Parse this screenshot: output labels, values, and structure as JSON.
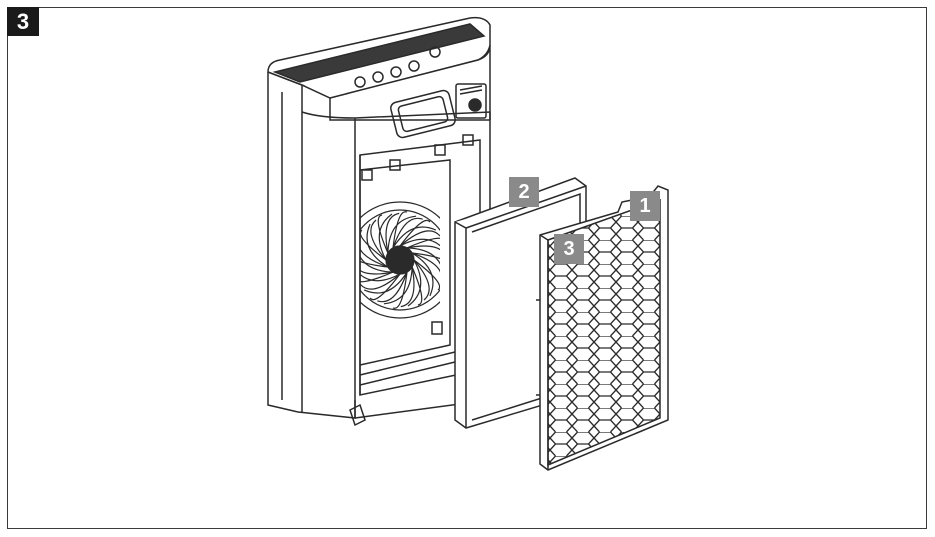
{
  "step": {
    "number": "3"
  },
  "callouts": [
    {
      "label": "1",
      "part": "outer-filter-cover"
    },
    {
      "label": "2",
      "part": "main-filter"
    },
    {
      "label": "3",
      "part": "pre-filter-mesh"
    }
  ],
  "colors": {
    "line": "#2a2a2a",
    "callout_bg": "#8a8a8a",
    "badge_bg": "#1a1a1a",
    "frame": "#3a3a3a"
  }
}
